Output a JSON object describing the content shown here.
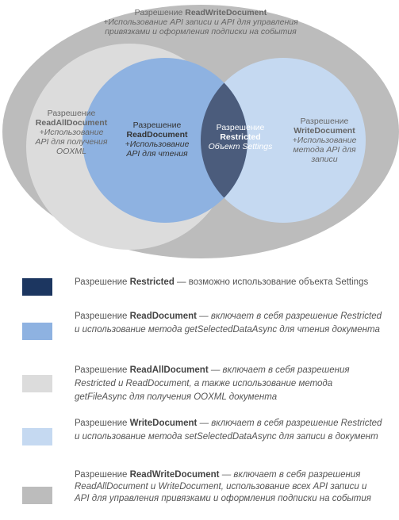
{
  "colors": {
    "outer": "#bcbcbc",
    "readall": "#dcdcdc",
    "read": "#8eb2e1",
    "write": "#c5d9f1",
    "restricted": "#4b5c7c",
    "legend_restricted": "#1c3660",
    "legend_read": "#8eb2e1",
    "legend_readall": "#dcdcdc",
    "legend_write": "#c5d9f1",
    "legend_readwrite": "#bcbcbc"
  },
  "diagram": {
    "readwrite": {
      "word": "Разрешение",
      "name": "ReadWriteDocument",
      "desc": "+Использование API записи и API для управления привязками и оформления подписки на события"
    },
    "readall": {
      "word": "Разрешение",
      "name": "ReadAllDocument",
      "desc": "+Использование API для получения OOXML"
    },
    "read": {
      "word": "Разрешение",
      "name": "ReadDocument",
      "desc": "+Использование API для чтения"
    },
    "restricted": {
      "word": "Разрешение",
      "name": "Restricted",
      "desc": "Объект Settings"
    },
    "write": {
      "word": "Разрешение",
      "name": "WriteDocument",
      "desc": "+Использование метода API для записи"
    }
  },
  "legend": [
    {
      "word": "Разрешение ",
      "name": "Restricted",
      "desc": " — возможно использование объекта Settings"
    },
    {
      "word": "Разрешение ",
      "name": "ReadDocument",
      "desc": " — включает в себя разрешение Restricted и использование метода getSelectedDataAsync для чтения документа"
    },
    {
      "word": "Разрешение ",
      "name": "ReadAllDocument",
      "desc": " — включает в себя разрешения Restricted и ReadDocument, а также использование метода getFileAsync для получения OOXML документа"
    },
    {
      "word": "Разрешение ",
      "name": "WriteDocument",
      "desc": " — включает в себя разрешение Restricted и использование метода setSelectedDataAsync для записи в документ"
    },
    {
      "word": "Разрешение ",
      "name": "ReadWriteDocument",
      "desc": " — включает в себя разрешения ReadAllDocument и WriteDocument, использование всех API записи и API для управления привязками и оформления подписки на события"
    }
  ]
}
